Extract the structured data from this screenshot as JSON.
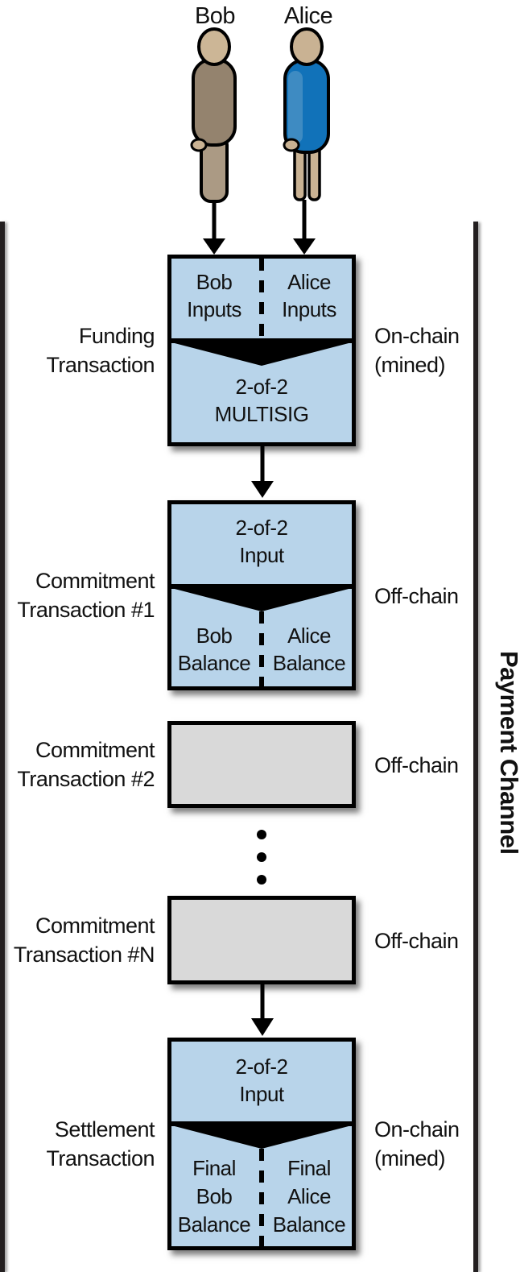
{
  "actors": {
    "bob": "Bob",
    "alice": "Alice"
  },
  "channel_label": "Payment Channel",
  "colors": {
    "box_blue": "#b8d4ea",
    "box_gray": "#d9d9d9",
    "bar_black": "#231f20",
    "alice_dress": "#1172b9",
    "alice_sleeve": "#3e8bc2",
    "bob_suit": "#94836e",
    "bob_legs": "#ab9a84",
    "skin": "#c9b293"
  },
  "funding": {
    "left_label": [
      "Funding",
      "Transaction"
    ],
    "right_label": [
      "On-chain",
      "(mined)"
    ],
    "top_left": [
      "Bob",
      "Inputs"
    ],
    "top_right": [
      "Alice",
      "Inputs"
    ],
    "bottom": [
      "2-of-2",
      "MULTISIG"
    ]
  },
  "commitment1": {
    "left_label": [
      "Commitment",
      "Transaction #1"
    ],
    "right_label": [
      "Off-chain"
    ],
    "top": [
      "2-of-2",
      "Input"
    ],
    "bottom_left": [
      "Bob",
      "Balance"
    ],
    "bottom_right": [
      "Alice",
      "Balance"
    ]
  },
  "commitment2": {
    "left_label": [
      "Commitment",
      "Transaction #2"
    ],
    "right_label": [
      "Off-chain"
    ]
  },
  "commitmentN": {
    "left_label": [
      "Commitment",
      "Transaction #N"
    ],
    "right_label": [
      "Off-chain"
    ]
  },
  "settlement": {
    "left_label": [
      "Settlement",
      "Transaction"
    ],
    "right_label": [
      "On-chain",
      "(mined)"
    ],
    "top": [
      "2-of-2",
      "Input"
    ],
    "bottom_left": [
      "Final",
      "Bob",
      "Balance"
    ],
    "bottom_right": [
      "Final",
      "Alice",
      "Balance"
    ]
  }
}
